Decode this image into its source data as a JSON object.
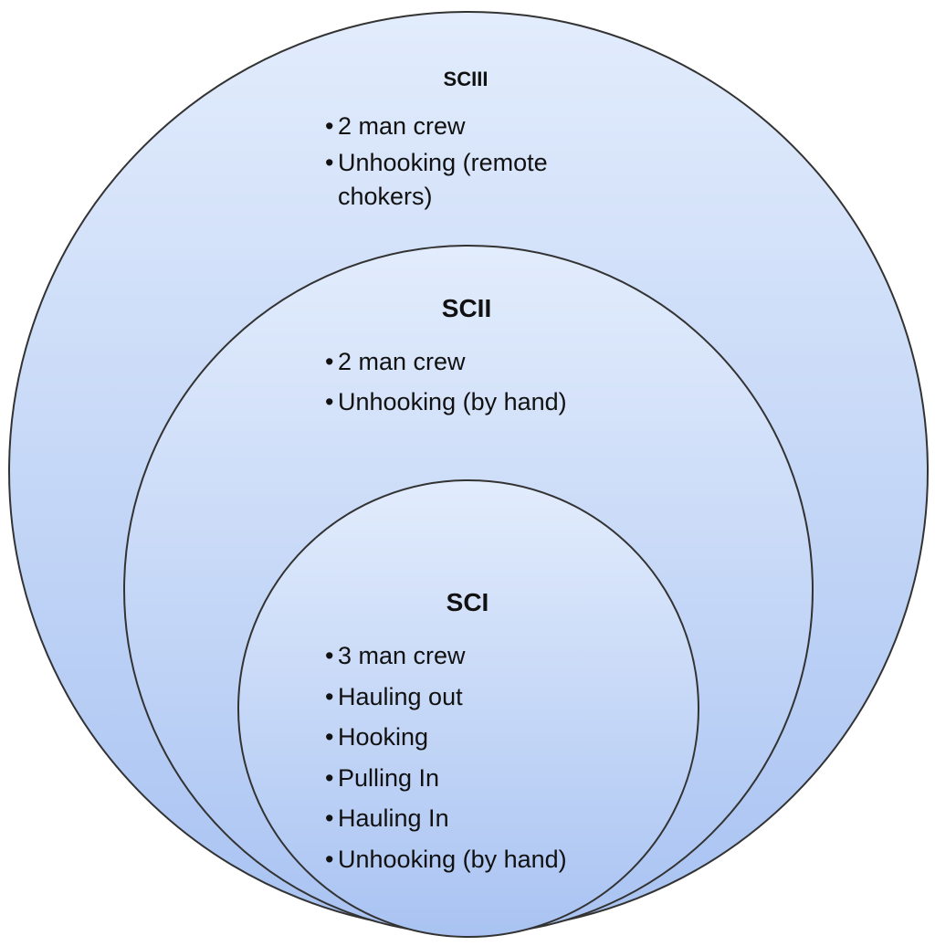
{
  "diagram": {
    "type": "nested-circles",
    "colors": {
      "fill_top": "#e2ecfc",
      "fill_bottom": "#a9c3f2",
      "stroke": "#333333",
      "text": "#111111"
    },
    "bullet_symbol": "•",
    "circles": [
      {
        "title": "SCIII",
        "items": [
          "2 man crew",
          "Unhooking (remote",
          "chokers)"
        ]
      },
      {
        "title": "SCII",
        "items": [
          "2 man crew",
          "Unhooking (by hand)"
        ]
      },
      {
        "title": "SCI",
        "items": [
          "3 man crew",
          "Hauling out",
          "Hooking",
          "Pulling In",
          "Hauling In",
          "Unhooking (by hand)"
        ]
      }
    ]
  }
}
